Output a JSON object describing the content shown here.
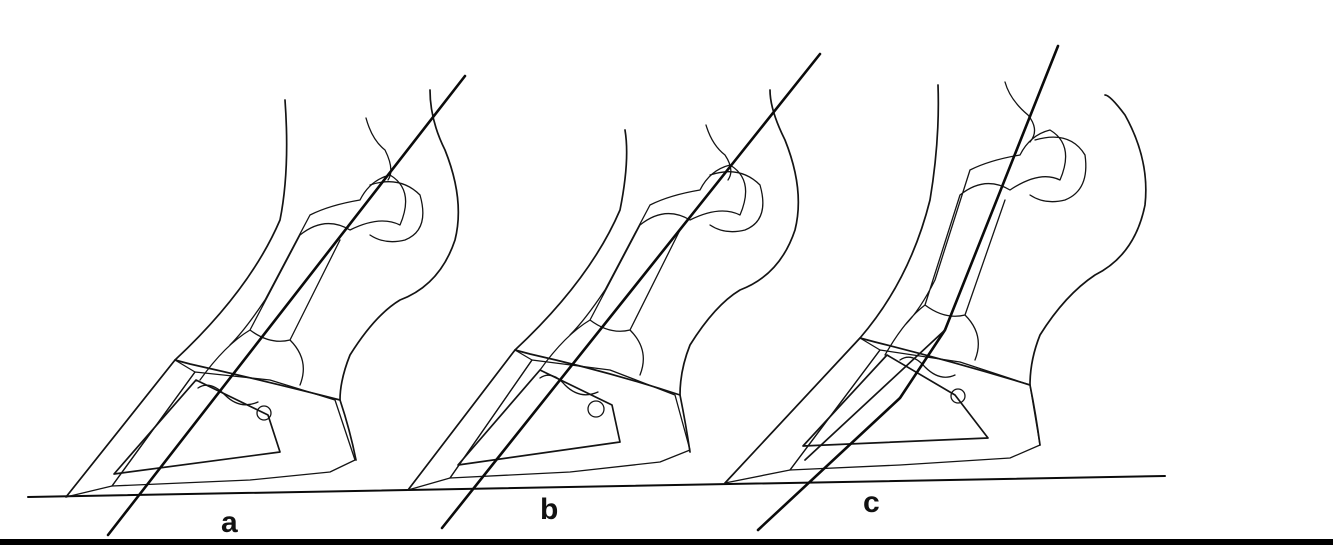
{
  "panels": [
    {
      "id": "a",
      "label": "a"
    },
    {
      "id": "b",
      "label": "b"
    },
    {
      "id": "c",
      "label": "c"
    }
  ],
  "colors": {
    "ink": "#141414",
    "background": "#ffffff"
  }
}
